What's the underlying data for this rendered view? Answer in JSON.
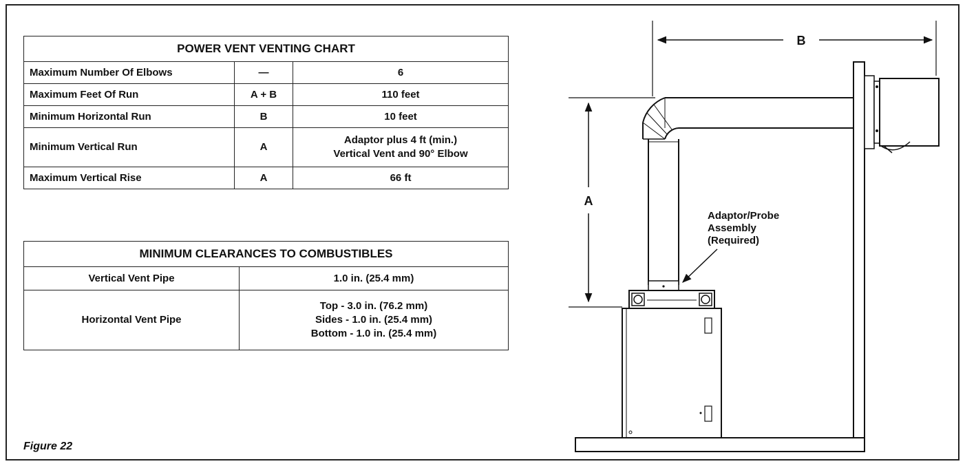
{
  "vent_chart": {
    "title": "POWER VENT VENTING CHART",
    "rows": [
      {
        "label": "Maximum Number Of Elbows",
        "code": "—",
        "value": "6"
      },
      {
        "label": "Maximum Feet Of Run",
        "code": "A + B",
        "value": "110 feet"
      },
      {
        "label": "Minimum Horizontal Run",
        "code": "B",
        "value": "10 feet"
      },
      {
        "label": "Minimum Vertical Run",
        "code": "A",
        "value_lines": [
          "Adaptor plus 4 ft (min.)",
          "Vertical Vent and 90° Elbow"
        ]
      },
      {
        "label": "Maximum Vertical Rise",
        "code": "A",
        "value": "66 ft"
      }
    ]
  },
  "clearance_chart": {
    "title": "MINIMUM CLEARANCES TO COMBUSTIBLES",
    "rows": [
      {
        "label": "Vertical Vent Pipe",
        "value": "1.0 in. (25.4 mm)"
      },
      {
        "label": "Horizontal Vent Pipe",
        "value_lines": [
          "Top - 3.0 in. (76.2 mm)",
          "Sides - 1.0 in. (25.4 mm)",
          "Bottom - 1.0 in. (25.4 mm)"
        ]
      }
    ]
  },
  "figure_caption": "Figure 22",
  "diagram": {
    "dimension_a": "A",
    "dimension_b": "B",
    "callout_lines": [
      "Adaptor/Probe",
      "Assembly",
      "(Required)"
    ]
  }
}
